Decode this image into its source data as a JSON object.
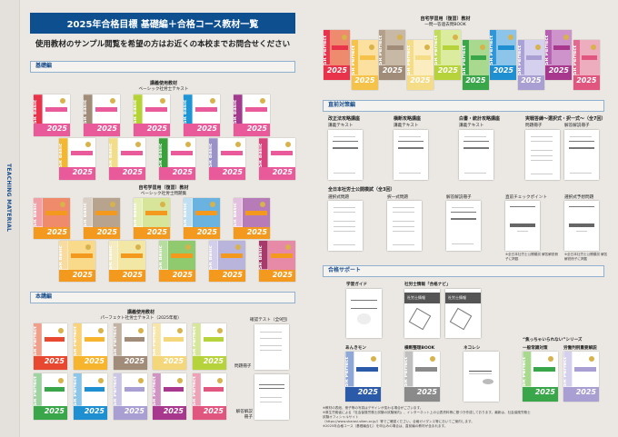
{
  "side_tab": "TEACHING MATERIAL",
  "header": {
    "title": "2025年合格目標 基礎編＋合格コース教材一覧",
    "subtitle": "使用教材のサンプル閲覧を希望の方はお近くの本校までお問合せください"
  },
  "cover_text": {
    "year": "2025",
    "basic": "SR Basic",
    "perfect": "SR Perfect"
  },
  "basic": {
    "section": "基礎編",
    "group1": {
      "label": "講義使用教材",
      "sub": "ベーシック社労士テキスト",
      "row1": [
        {
          "spine": "#e8334a",
          "band": "#e85a9a"
        },
        {
          "spine": "#a08c78",
          "band": "#e85a9a"
        },
        {
          "spine": "#b5d334",
          "band": "#e85a9a"
        },
        {
          "spine": "#1e95d4",
          "band": "#e85a9a"
        },
        {
          "spine": "#a23a8e",
          "band": "#e85a9a"
        }
      ],
      "row2": [
        {
          "spine": "#f3b833",
          "band": "#e85a9a"
        },
        {
          "spine": "#f2dd8a",
          "band": "#e85a9a"
        },
        {
          "spine": "#3aa03c",
          "band": "#e85a9a"
        },
        {
          "spine": "#9b92c8",
          "band": "#e85a9a"
        },
        {
          "spine": "#d8457e",
          "band": "#e85a9a"
        }
      ]
    },
    "group2": {
      "label": "自宅学習用（復習）教材",
      "sub": "ベーシック社労士問題集",
      "row1": [
        {
          "spine": "#f2a0a8",
          "body": "#ef8a6a",
          "band": "#f39a1e"
        },
        {
          "spine": "#d9cfc5",
          "body": "#b8a48e",
          "band": "#f39a1e"
        },
        {
          "spine": "#e7efb8",
          "body": "#d7e59a",
          "band": "#f39a1e"
        },
        {
          "spine": "#bfe0f3",
          "body": "#6ab3e0",
          "band": "#f39a1e"
        },
        {
          "spine": "#e3c0df",
          "body": "#b77bb8",
          "band": "#f39a1e"
        }
      ],
      "row2": [
        {
          "spine": "#f8dba0",
          "body": "#f9d98a",
          "band": "#f39a1e"
        },
        {
          "spine": "#f4ecc0",
          "body": "#f2e7a5",
          "band": "#f39a1e"
        },
        {
          "spine": "#b7dea0",
          "body": "#8fcb6e",
          "band": "#f39a1e"
        },
        {
          "spine": "#d3cfeb",
          "body": "#b9b4dc",
          "band": "#f39a1e"
        },
        {
          "spine": "#a63a6a",
          "body": "#e68aa8",
          "band": "#f39a1e"
        }
      ]
    }
  },
  "honko": {
    "section": "本講編",
    "label": "講義使用教材",
    "sub": "パーフェクト社労士テキスト（2025年版）",
    "row1": [
      {
        "spine": "#f0a08a",
        "band": "#e84830"
      },
      {
        "spine": "#f9d27a",
        "band": "#f6b52c"
      },
      {
        "spine": "#c2b3a4",
        "band": "#a08c78"
      },
      {
        "spine": "#f8e6a8",
        "band": "#f4d77a"
      },
      {
        "spine": "#d7e79a",
        "band": "#b7d33b"
      }
    ],
    "row2": [
      {
        "spine": "#9fd3a2",
        "band": "#3aa64a"
      },
      {
        "spine": "#8ec6ea",
        "band": "#1e8fd0"
      },
      {
        "spine": "#cbc5e6",
        "band": "#a99fd2"
      },
      {
        "spine": "#d192c4",
        "band": "#a8388e"
      },
      {
        "spine": "#eea2b8",
        "band": "#e0567e"
      }
    ],
    "test": {
      "label": "確認テスト（全9回）",
      "problem": "問題冊子",
      "answer": "解答解説冊子"
    }
  },
  "ichimon": {
    "label": "自宅学習用（復習）教材",
    "sub": "一問一答過去問BOOK",
    "books": [
      {
        "spine": "#e8334a",
        "band": "#e8334a",
        "body": "#ee8a6e"
      },
      {
        "spine": "#f6c34a",
        "band": "#f6c34a",
        "body": "#fbe0a0"
      },
      {
        "spine": "#b3a08a",
        "band": "#a08c78",
        "body": "#c8b8a6"
      },
      {
        "spine": "#f5dc86",
        "band": "#f5dc86",
        "body": "#fbedc0"
      },
      {
        "spine": "#c3dc5e",
        "band": "#b7d33b",
        "body": "#dcec9e"
      },
      {
        "spine": "#3aa64a",
        "band": "#3aa64a",
        "body": "#a8d98e"
      },
      {
        "spine": "#2f96d8",
        "band": "#1e8fd0",
        "body": "#8cc4ea"
      },
      {
        "spine": "#aaa2d6",
        "band": "#a99fd2",
        "body": "#d5d0ee"
      },
      {
        "spine": "#b560b0",
        "band": "#a8388e",
        "body": "#cf93cb"
      },
      {
        "spine": "#e26a8e",
        "band": "#e0567e",
        "body": "#eeacbf"
      }
    ]
  },
  "chokuzen": {
    "section": "直前対策編",
    "courses": [
      {
        "title": "改正法攻略講座",
        "sub": "講義テキスト"
      },
      {
        "title": "横断攻略講座",
        "sub": "講義テキスト"
      },
      {
        "title": "白書・統計攻略講座",
        "sub": "講義テキスト"
      },
      {
        "title": "実戦答練～選択式・択一式～（全7回）",
        "subs": [
          "問題冊子",
          "解答解説冊子"
        ]
      }
    ],
    "moshi": {
      "title": "全日本社労士公開模試（全3回）",
      "items": [
        "選択式問題",
        "択一式問題",
        "解答解説冊子",
        "直前チェックポイント",
        "選択式予想問題"
      ],
      "note": "※全日本社労士公開模試 解答解説冊子に掲載"
    }
  },
  "support": {
    "section": "合格サポート",
    "guide": "学習ガイド",
    "navi": "社労士情報「合格ナビ」",
    "navi_cover": "社労士情報",
    "ankimon": "あんきモン",
    "ankimon_band": "#2b5aa8",
    "ankimon_spine": "#8fa8d8",
    "oudan": "横断整理BOOK",
    "oudan_band": "#8a8a8a",
    "oudan_spine": "#c0c0c0",
    "nekoreshi": "ネコレシ",
    "series": "“焦っちゃいられない”シリーズ",
    "ippan": "一般常識対策",
    "ippan_band": "#3aa64a",
    "ippan_spine": "#a8d98e",
    "hanrei": "労働判例重要解説",
    "hanrei_band": "#a99fd2",
    "hanrei_spine": "#d5d0ee"
  },
  "footnotes": [
    "※教材の表紙、冊子等の写真はデザインが変わる場合がございます。",
    "※厚生労働省による「社会保険労務士試験の試験案内」、インターネット上の公表資料等に基づき作成しております。最新は、社会保険労務士試験オフィシャルサイト",
    "（https://www.sharosi-siken.or.jp/）等でご確認ください。合格ガイダンス等においてご案内します。",
    "※2025年合格コース（基礎編含む）を申込みの場合は、直前編の教材が含まれます。"
  ]
}
